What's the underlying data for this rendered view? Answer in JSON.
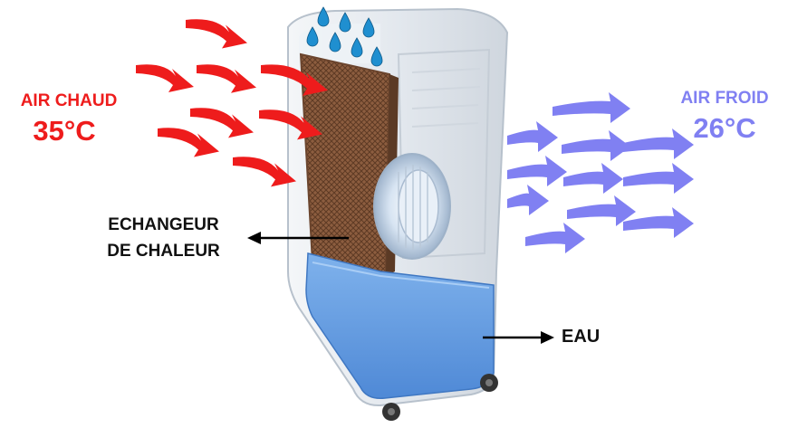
{
  "labels": {
    "hot_air_title": "AIR CHAUD",
    "hot_air_temp": "35°C",
    "cold_air_title": "AIR FROID",
    "cold_air_temp": "26°C",
    "exchanger_line1": "ECHANGEUR",
    "exchanger_line2": "DE CHALEUR",
    "water": "EAU"
  },
  "colors": {
    "hot": "#ee1c1c",
    "cold": "#8080f2",
    "water": "#5a97df",
    "pad": "#8a5a3c",
    "body": "#e8ecf0",
    "drop": "#1f8fd0"
  },
  "icons": [
    "water-drop-icon",
    "hot-air-arrow-icon",
    "cold-air-arrow-icon",
    "pointer-arrow-icon"
  ]
}
